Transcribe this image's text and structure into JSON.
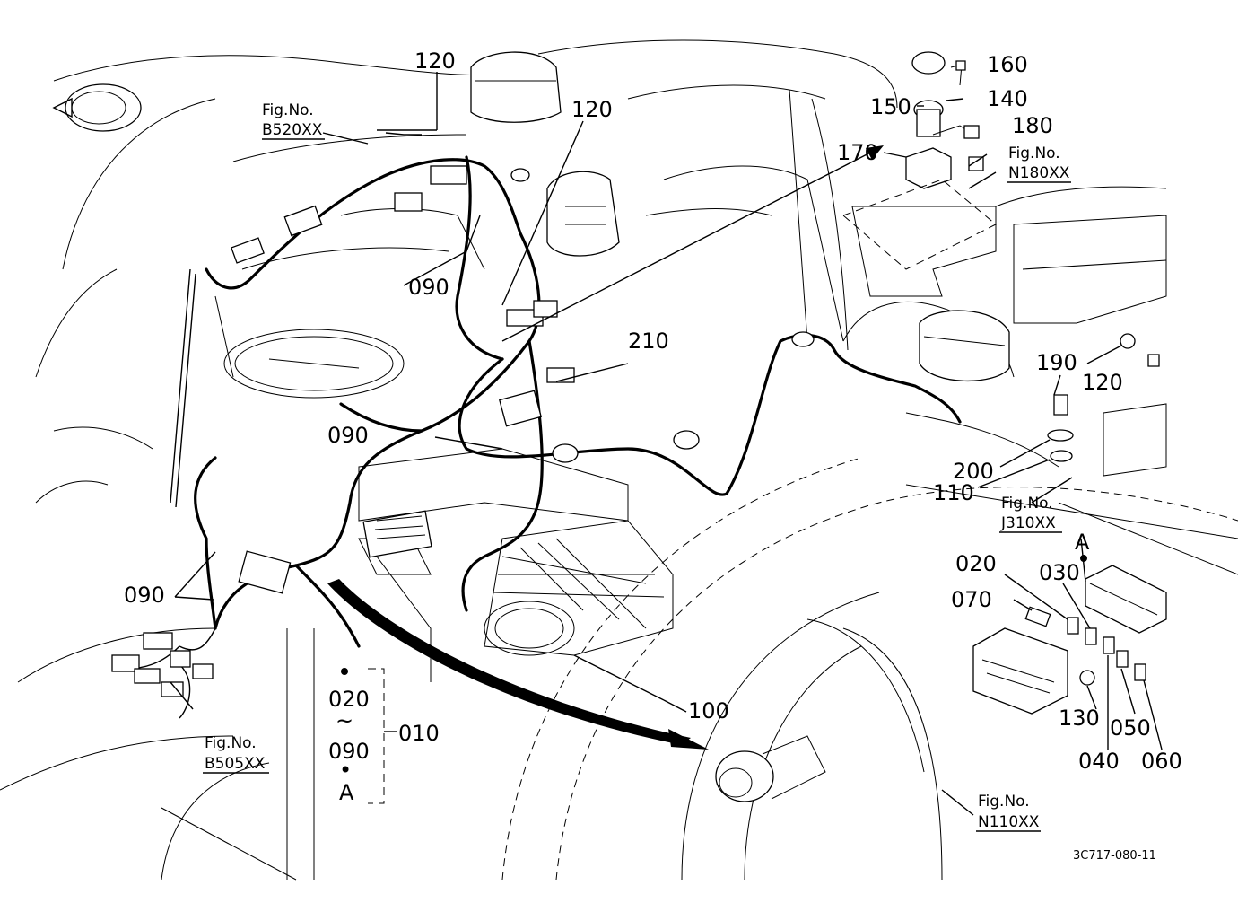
{
  "labels": {
    "p120a": "120",
    "p120b": "120",
    "p120c": "120",
    "p090a": "090",
    "p090b": "090",
    "p090c": "090",
    "p210": "210",
    "p150": "150",
    "p160": "160",
    "p140": "140",
    "p180": "180",
    "p170": "170",
    "p190": "190",
    "p200": "200",
    "p110": "110",
    "p020a": "020",
    "p030": "030",
    "p070": "070",
    "p130": "130",
    "p040": "040",
    "p050": "050",
    "p060": "060",
    "p100": "100",
    "p010": "010",
    "range_from": "020",
    "range_tilde": "~",
    "range_to": "090",
    "range_dot": "•",
    "range_a": "A",
    "marker_a": "A"
  },
  "figrefs": {
    "b520_label": "Fig.No.",
    "b520_code": "B520XX",
    "n180_label": "Fig.No.",
    "n180_code": "N180XX",
    "j310_label": "Fig.No.",
    "j310_code": "J310XX",
    "b505_label": "Fig.No.",
    "b505_code": "B505XX",
    "n110_label": "Fig.No.",
    "n110_code": "N110XX"
  },
  "drawing_code": "3C717-080-11"
}
